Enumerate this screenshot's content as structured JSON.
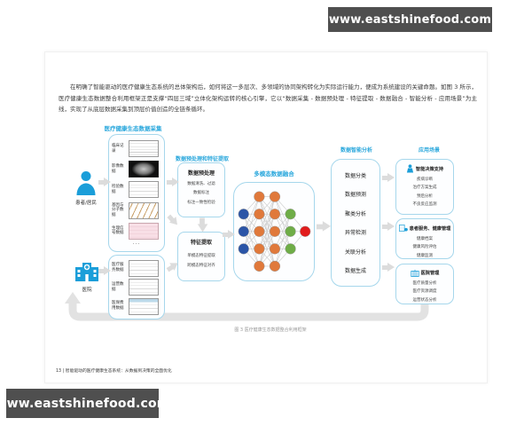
{
  "watermarks": {
    "top": "www.eastshinefood.com",
    "bottom": "www.eastshinefood.com"
  },
  "paragraph": "在明确了智能驱动的医疗健康生态系统的总体架构后，如何将这一多层次、多领域的协同架构转化为实际运行能力，便成为系统建设的关键命题。如图 3 所示，医疗健康生态数据整合利用框架正是支撑“四层三域”立体化架构运转的核心引擎，它以“数据采集 - 数据预处理 - 特征提取 - 数据融合 - 智能分析 - 应用场景”为主线，实现了从底层数据采集到顶层价值创造的全链条循环。",
  "diagram": {
    "collection": {
      "header": "医疗健康生态数据采集",
      "patient_source_label": "患者/居民",
      "hospital_source_label": "医院",
      "patient_items": [
        "临床记录",
        "影像数据",
        "检验数据",
        "基因与分子数据",
        "生理信号数据"
      ],
      "more": "···",
      "hospital_items": [
        "医疗服务数据",
        "运营数据",
        "医保费用数据"
      ]
    },
    "preprocess": {
      "header": "数据预处理和特征提取",
      "preprocessing": {
        "title": "数据预处理",
        "items": [
          "数据清洗、过滤",
          "数据标注",
          "标注一致性检验"
        ]
      },
      "feature_extraction": {
        "title": "特征提取",
        "items": [
          "单模态特征提取",
          "跨模态特征对齐"
        ]
      }
    },
    "fusion": {
      "header": "多模态数据融合",
      "network": {
        "layers": [
          3,
          5,
          5,
          3,
          1
        ],
        "layer_colors": [
          "#2b55a7",
          "#e0793b",
          "#e0793b",
          "#6fad47",
          "#e11c1c"
        ]
      }
    },
    "analysis": {
      "header": "数据智能分析",
      "items": [
        "数据分类",
        "数据预测",
        "聚类分析",
        "异常检测",
        "关联分析",
        "数据生成"
      ]
    },
    "applications": {
      "header": "应用场景",
      "boxes": [
        {
          "title": "智能决策支持",
          "items": [
            "疾病诊断",
            "治疗方案生成",
            "预后分析",
            "不良反应监测"
          ]
        },
        {
          "title": "患者服务、健康管理",
          "items": [
            "健康档案",
            "健康风险评估",
            "健康监测"
          ]
        },
        {
          "title": "医院管理",
          "items": [
            "医疗质量分析",
            "医疗资源调度",
            "运营状态分析"
          ]
        }
      ]
    },
    "caption": "图 3 医疗健康生态数据整合利用框架"
  },
  "footnote": "13 | 智能驱动的医疗健康生态系统：从数据到决策的全面优化",
  "colors": {
    "accent_blue": "#29a7dc",
    "icon_blue": "#1b9ed9",
    "box_border": "#a6d7ec",
    "arrow_gray": "#dcdcdc",
    "node_blue": "#2b55a7",
    "node_orange": "#e0793b",
    "node_green": "#6fad47",
    "node_red": "#e11c1c",
    "watermark_bg": "#4f4f4f",
    "connector_gray": "#c8c8c8"
  }
}
